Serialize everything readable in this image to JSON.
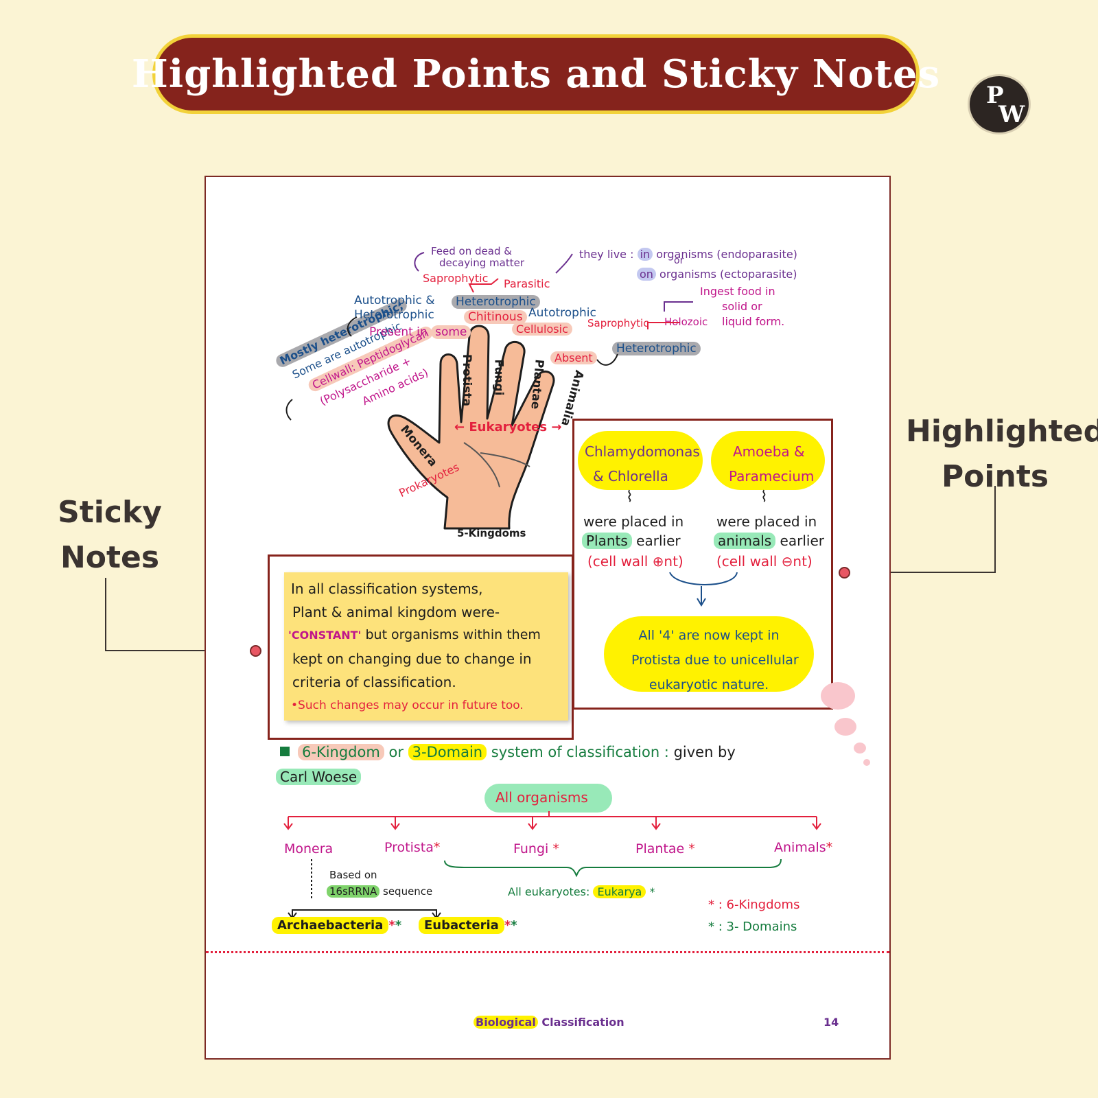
{
  "header": {
    "title": "Highlighted Points and Sticky Notes",
    "logo_top": "P",
    "logo_bottom": "W"
  },
  "labels": {
    "highlighted_1": "Highlighted",
    "highlighted_2": "Points",
    "sticky_1": "Sticky",
    "sticky_2": "Notes"
  },
  "hand": {
    "fingers": [
      "Monera",
      "Protista",
      "Fungi",
      "Plantae",
      "Animalia"
    ],
    "palm_label": "Eukaryotes",
    "prokaryote_label": "Prokaryotes",
    "wrist_label": "5-Kingdoms"
  },
  "annotations": {
    "monera_1": "Mostly heterotrophic;",
    "monera_2": "Some are autotrophic",
    "monera_3": "Cellwall: Peptidoglycan",
    "monera_4": "(Polysaccharide +",
    "monera_5": "Amino acids)",
    "protista_1": "Autotrophic &",
    "protista_2": "Heterotrophic",
    "protista_3": "Present in",
    "protista_4": "some",
    "fungi_1": "Heterotrophic",
    "fungi_2": "Chitinous",
    "fungi_3": "Saprophytic",
    "fungi_4": "Parasitic",
    "fungi_5": "Feed on dead &",
    "fungi_6": "decaying matter",
    "fungi_7": "they live :",
    "fungi_8": "in",
    "fungi_9": "organisms (endoparasite)",
    "fungi_10": "or",
    "fungi_11": "on",
    "fungi_12": "organisms (ectoparasite)",
    "plantae_1": "Autotrophic",
    "plantae_2": "Cellulosic",
    "animalia_1": "Absent",
    "animalia_2": "Heterotrophic",
    "animalia_3": "Saprophytic",
    "animalia_4": "Holozoic",
    "animalia_5": "Ingest food in",
    "animalia_6": "solid or",
    "animalia_7": "liquid form."
  },
  "sticky": {
    "line1": "In all classification systems,",
    "line2": "Plant & animal kingdom were-",
    "line3a": "'CONSTANT'",
    "line3b": " but organisms within them",
    "line4": "kept on changing due to change in",
    "line5": "criteria of classification.",
    "line6": "•Such changes may occur in future too."
  },
  "highlight_box": {
    "left_title_1": "Chlamydomonas",
    "left_title_2": "& Chlorella",
    "right_title_1": "Amoeba &",
    "right_title_2": "Paramecium",
    "left_1": "were placed in",
    "left_2a": "Plants",
    "left_2b": " earlier",
    "left_3": "(cell wall ⊕nt)",
    "right_1": "were placed in",
    "right_2a": "animals",
    "right_2b": " earlier",
    "right_3": "(cell wall ⊖nt)",
    "bottom_1": "All '4' are now kept in",
    "bottom_2": "Protista due to unicellular",
    "bottom_3": "eukaryotic nature."
  },
  "classification": {
    "h1": "6-Kingdom",
    "h2": " or ",
    "h3": "3-Domain",
    "h4": " system of classification : ",
    "h5": "given by",
    "author": "Carl Woese",
    "root": "All organisms",
    "kingdoms": [
      "Monera",
      "Protista",
      "Fungi",
      "Plantae",
      "Animals"
    ],
    "based_on_1": "Based on",
    "based_on_2a": "16sRRNA",
    "based_on_2b": " sequence",
    "archae": "Archaebacteria",
    "eubact": "Eubacteria",
    "eukarya_a": "All eukaryotes:",
    "eukarya_b": "Eukarya",
    "legend_1": "* : 6-Kingdoms",
    "legend_2": "* : 3- Domains"
  },
  "footer": {
    "chapter_a": "Biological",
    "chapter_b": " Classification",
    "page": "14"
  }
}
